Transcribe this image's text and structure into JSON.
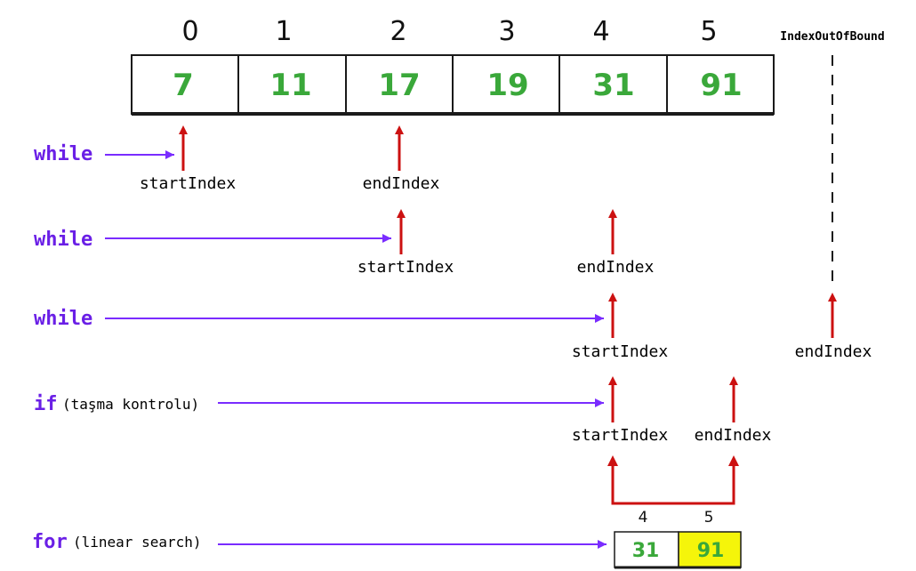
{
  "array": {
    "indices": [
      "0",
      "1",
      "2",
      "3",
      "4",
      "5"
    ],
    "values": [
      "7",
      "11",
      "17",
      "19",
      "31",
      "91"
    ]
  },
  "out_of_bound_label": "IndexOutOfBound",
  "steps": [
    {
      "keyword": "while",
      "note": "",
      "labels": [
        "startIndex",
        "endIndex"
      ]
    },
    {
      "keyword": "while",
      "note": "",
      "labels": [
        "startIndex",
        "endIndex"
      ]
    },
    {
      "keyword": "while",
      "note": "",
      "labels": [
        "startIndex",
        "endIndex"
      ]
    },
    {
      "keyword": "if",
      "note": "(taşma kontrolu)",
      "labels": [
        "startIndex",
        "endIndex"
      ]
    },
    {
      "keyword": "for",
      "note": "(linear search)",
      "labels": []
    }
  ],
  "subarray": {
    "indices": [
      "4",
      "5"
    ],
    "values": [
      "31",
      "91"
    ],
    "highlight_color": "#f5f50a"
  },
  "colors": {
    "arrow_red": "#cc1111",
    "arrow_purple": "#7a2cff",
    "value_green": "#3aa83a",
    "keyword_purple": "#6a1fe6"
  }
}
